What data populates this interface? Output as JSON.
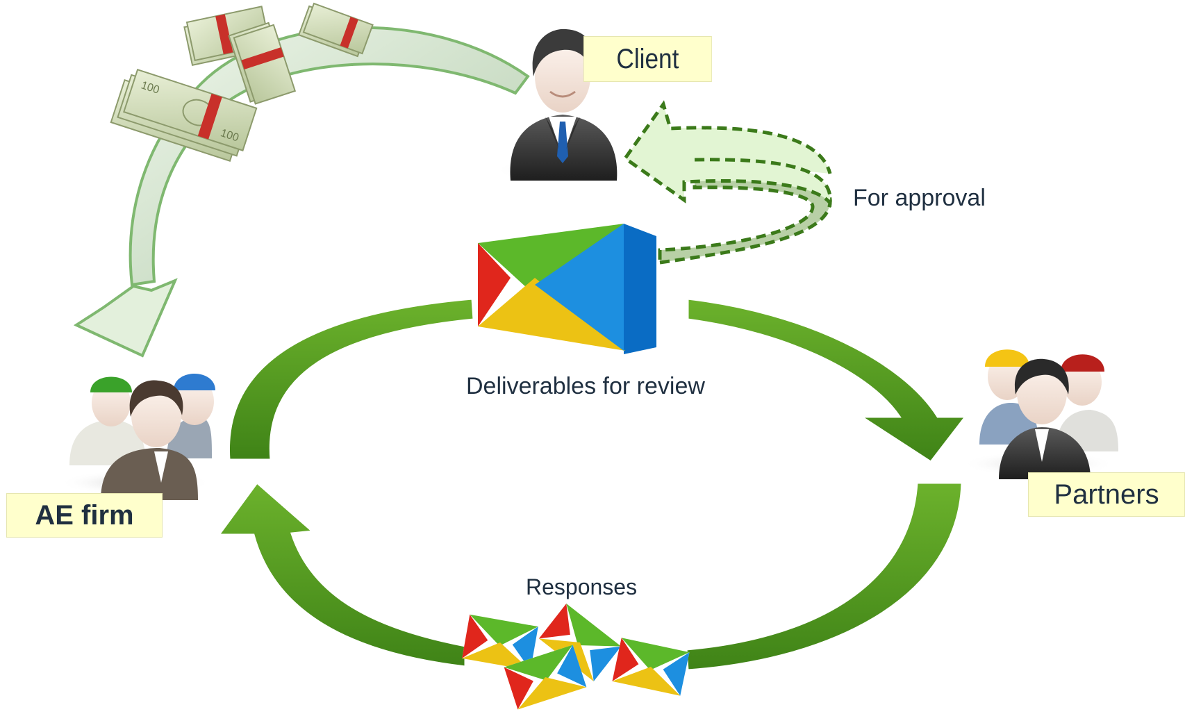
{
  "nodes": {
    "client": "Client",
    "ae_firm": "AE firm",
    "partners": "Partners"
  },
  "labels": {
    "for_approval": "For approval",
    "deliverables": "Deliverables for review",
    "responses": "Responses"
  },
  "banknote_denomination": "100",
  "icons": {
    "client": "businessman-icon",
    "ae_firm": "team-icon",
    "partners": "team-icon",
    "deliverable": "envelope-icon",
    "responses": "envelope-icon",
    "payment": "money-icon"
  },
  "colors": {
    "arrow_green": "#4f9a1e",
    "arrow_light": "#c9dfc0",
    "approval_fill": "#e2f5d3",
    "approval_border": "#3b7a1a",
    "label_bg": "#ffffcc"
  }
}
